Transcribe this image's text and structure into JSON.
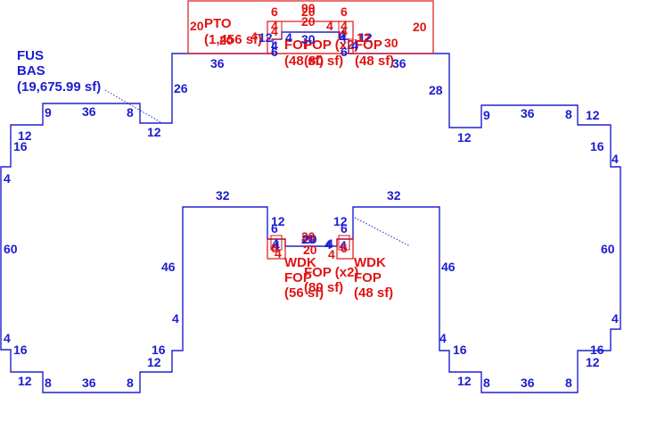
{
  "colors": {
    "outline_blue": "#2020d0",
    "outline_red": "#e01414",
    "text_blue": "#1c1ccf",
    "text_red": "#e01414"
  },
  "areas": {
    "fus_bas": {
      "line1": "FUS",
      "line2": "BAS",
      "area": "(19,675.99 sf)"
    },
    "pto": {
      "name": "PTO",
      "area": "(1,456 sf)"
    },
    "fop_top_left": {
      "name": "FOP",
      "area": "(48 sf)"
    },
    "fop_top_mid": {
      "name": "FOP (x2)",
      "area": "(80 sf)"
    },
    "fop_top_right": {
      "name": "FOP",
      "area": "(48 sf)"
    },
    "wdk_left": {
      "name": "WDK",
      "name2": "FOP",
      "area": "(56 sf)"
    },
    "fop_bottom_mid": {
      "name": "FOP (x2)",
      "area": "(80 sf)"
    },
    "wdk_right": {
      "name": "WDK",
      "name2": "FOP",
      "area": "(48 sf)"
    }
  },
  "dims_blue": [
    "36",
    "26",
    "9",
    "36",
    "8",
    "12",
    "12",
    "16",
    "4",
    "60",
    "4",
    "16",
    "12",
    "8",
    "36",
    "8",
    "12",
    "16",
    "4",
    "46",
    "32",
    "12",
    "6",
    "4",
    "20",
    "4",
    "12",
    "6",
    "32",
    "46",
    "4",
    "16",
    "12",
    "8",
    "36",
    "8",
    "12",
    "16",
    "4",
    "60",
    "4",
    "16",
    "12",
    "9",
    "36",
    "8",
    "12",
    "28",
    "36",
    "30",
    "4",
    "4",
    "12",
    "6",
    "6",
    "4",
    "4",
    "4",
    "4",
    "20",
    "4",
    "4",
    "12"
  ],
  "dims_red": [
    "20",
    "20",
    "6",
    "6",
    "20",
    "90",
    "20",
    "4",
    "4",
    "4",
    "12",
    "4",
    "30",
    "4",
    "4",
    "6",
    "6",
    "20",
    "20",
    "20",
    "4",
    "4"
  ]
}
